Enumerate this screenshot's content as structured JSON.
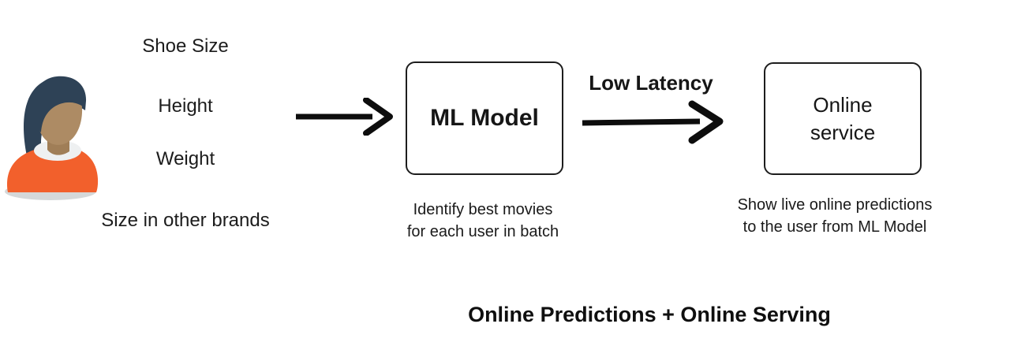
{
  "diagram": {
    "inputs": {
      "labels": [
        "Shoe Size",
        "Height",
        "Weight",
        "Size in other brands"
      ]
    },
    "avatar": {
      "colors": {
        "hair": "#2e4256",
        "skin": "#ad8b64",
        "skin_shade": "#a07e57",
        "shirt": "#f2602c",
        "collar": "#eef0f1",
        "shadow": "#d5d8d9"
      }
    },
    "arrow_color": "#0d0d0d",
    "arrow2_label": "Low Latency",
    "ml_box": {
      "label": "ML Model",
      "caption": "Identify best movies\nfor each user in batch"
    },
    "service_box": {
      "label": "Online\nservice",
      "caption": "Show live online predictions\nto the user from ML Model"
    },
    "footer_title": "Online Predictions + Online Serving"
  }
}
